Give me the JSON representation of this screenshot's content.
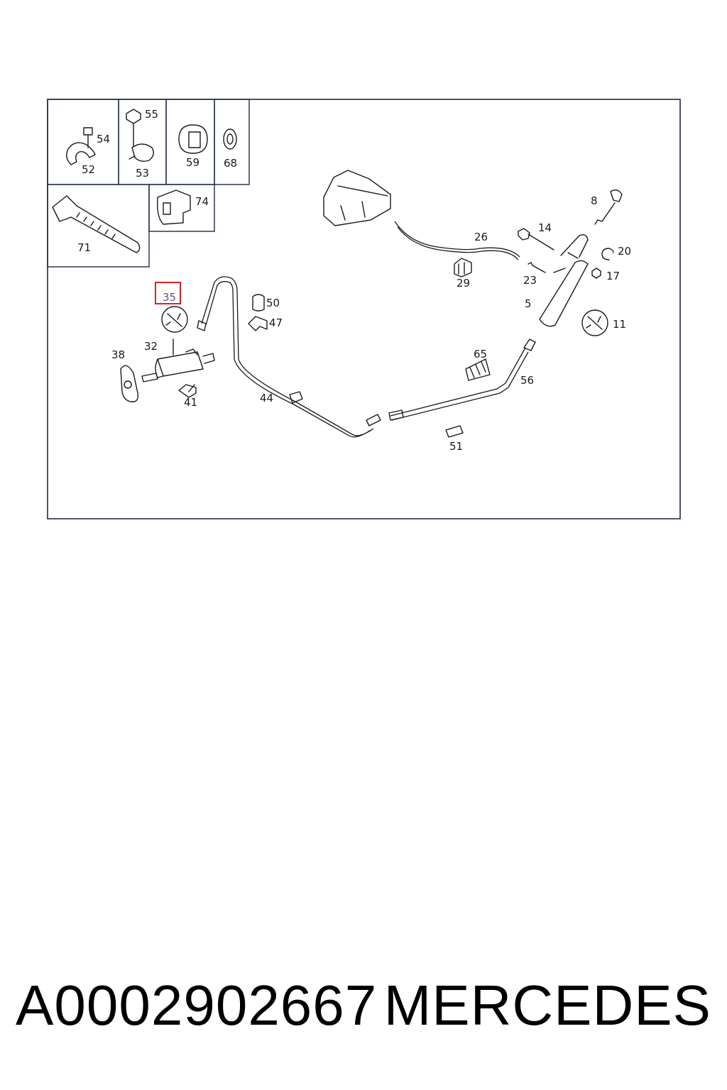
{
  "callouts": [
    "8",
    "14",
    "26",
    "20",
    "17",
    "29",
    "23",
    "5",
    "11",
    "65",
    "56",
    "51",
    "50",
    "47",
    "44",
    "35",
    "38",
    "32",
    "41",
    "54",
    "52",
    "55",
    "53",
    "59",
    "68",
    "74",
    "71"
  ],
  "highlighted_callout": "35",
  "caption": {
    "part_number": "A0002902667",
    "brand": "MERCEDES"
  },
  "colors": {
    "line": "#1a1a1a",
    "frame": "#1f2a44",
    "highlight_border": "#e02020",
    "highlight_text": "#6b4f7a"
  }
}
